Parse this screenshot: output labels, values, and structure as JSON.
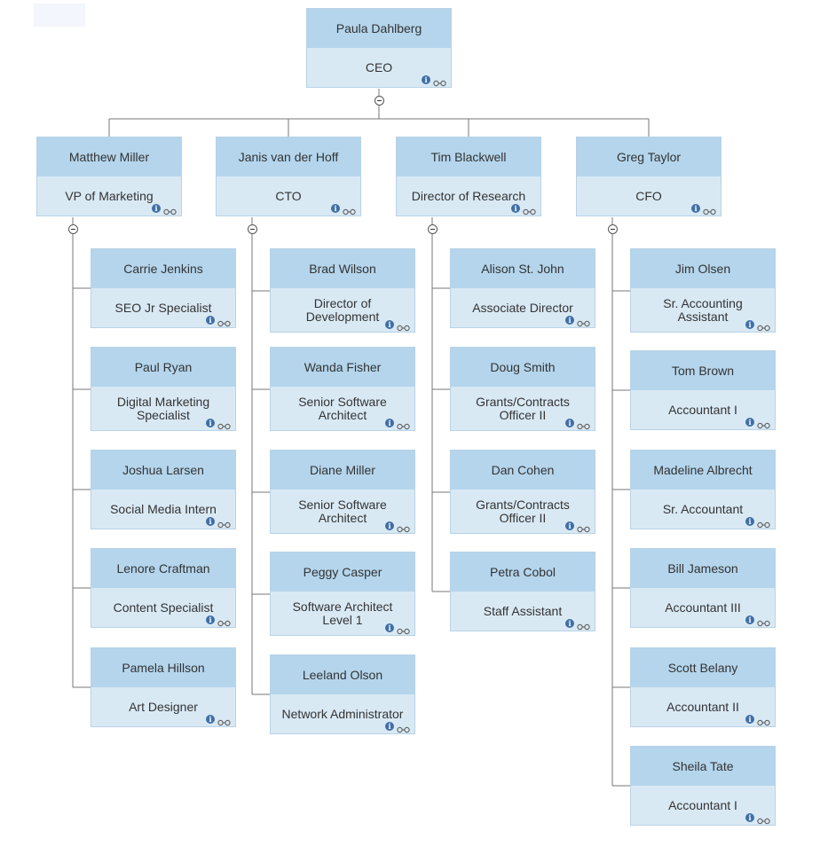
{
  "root": {
    "name": "Paula Dahlberg",
    "title": "CEO"
  },
  "branches": [
    {
      "head": {
        "name": "Matthew Miller",
        "title": "VP of Marketing"
      },
      "reports": [
        {
          "name": "Carrie Jenkins",
          "title": "SEO Jr Specialist"
        },
        {
          "name": "Paul Ryan",
          "title": "Digital Marketing Specialist"
        },
        {
          "name": "Joshua Larsen",
          "title": "Social Media Intern"
        },
        {
          "name": "Lenore Craftman",
          "title": "Content Specialist"
        },
        {
          "name": "Pamela Hillson",
          "title": "Art Designer"
        }
      ]
    },
    {
      "head": {
        "name": "Janis van der Hoff",
        "title": "CTO"
      },
      "reports": [
        {
          "name": "Brad Wilson",
          "title": "Director of Development"
        },
        {
          "name": "Wanda Fisher",
          "title": "Senior Software Architect"
        },
        {
          "name": "Diane Miller",
          "title": "Senior Software Architect"
        },
        {
          "name": "Peggy Casper",
          "title": "Software Architect Level 1"
        },
        {
          "name": "Leeland Olson",
          "title": "Network Administrator"
        }
      ]
    },
    {
      "head": {
        "name": "Tim Blackwell",
        "title": "Director of Research"
      },
      "reports": [
        {
          "name": "Alison St. John",
          "title": "Associate Director"
        },
        {
          "name": "Doug Smith",
          "title": "Grants/Contracts Officer II"
        },
        {
          "name": "Dan Cohen",
          "title": "Grants/Contracts Officer II"
        },
        {
          "name": "Petra Cobol",
          "title": "Staff Assistant"
        }
      ]
    },
    {
      "head": {
        "name": "Greg Taylor",
        "title": "CFO"
      },
      "reports": [
        {
          "name": "Jim Olsen",
          "title": "Sr. Accounting Assistant"
        },
        {
          "name": "Tom Brown",
          "title": "Accountant I"
        },
        {
          "name": "Madeline Albrecht",
          "title": "Sr. Accountant"
        },
        {
          "name": "Bill Jameson",
          "title": "Accountant III"
        },
        {
          "name": "Scott Belany",
          "title": "Accountant II"
        },
        {
          "name": "Sheila Tate",
          "title": "Accountant I"
        }
      ]
    }
  ],
  "icons": {
    "info": "info-icon",
    "details": "glasses-icon",
    "collapse": "collapse-toggle-icon"
  },
  "colors": {
    "name_band": "#b4d5ec",
    "title_band": "#d9e9f4",
    "border": "#b8d2e6",
    "connector": "#777777",
    "info_icon": "#3f6fa6"
  }
}
